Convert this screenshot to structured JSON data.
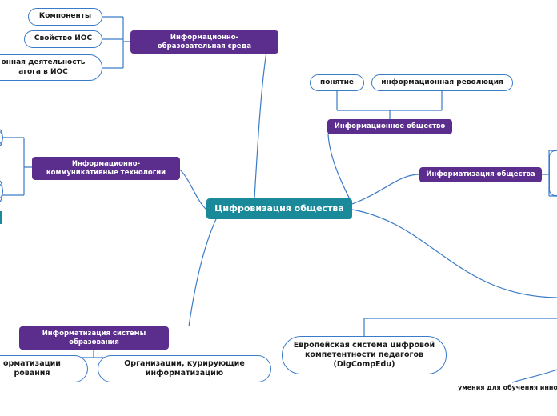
{
  "central": "Цифровизация общества",
  "branches": {
    "ios": "Информационно-\nобразовательная среда",
    "ikt": "Информационно-\nкоммуникативные технологии",
    "info_edu": "Информатизация системы\nобразования",
    "info_society": "Информационное общество",
    "informatization": "Информатизация общества"
  },
  "ios_children": [
    "Компоненты",
    "Свойство ИОС",
    "онная деятельность\nагога в ИОС"
  ],
  "info_society_children": [
    "понятие",
    "информационная революция"
  ],
  "info_edu_children": [
    "орматизации\nрования",
    "Организации, курирующие\nинформатизацию"
  ],
  "digcomp": "Европейская система цифровой\nкомпетентности педагогов\n(DigCompEdu)",
  "bottom_label": "умения для обучения иннова",
  "colors": {
    "branch": "#5b2e8e",
    "central": "#1a8a9a",
    "connector": "#3a7bc8"
  }
}
